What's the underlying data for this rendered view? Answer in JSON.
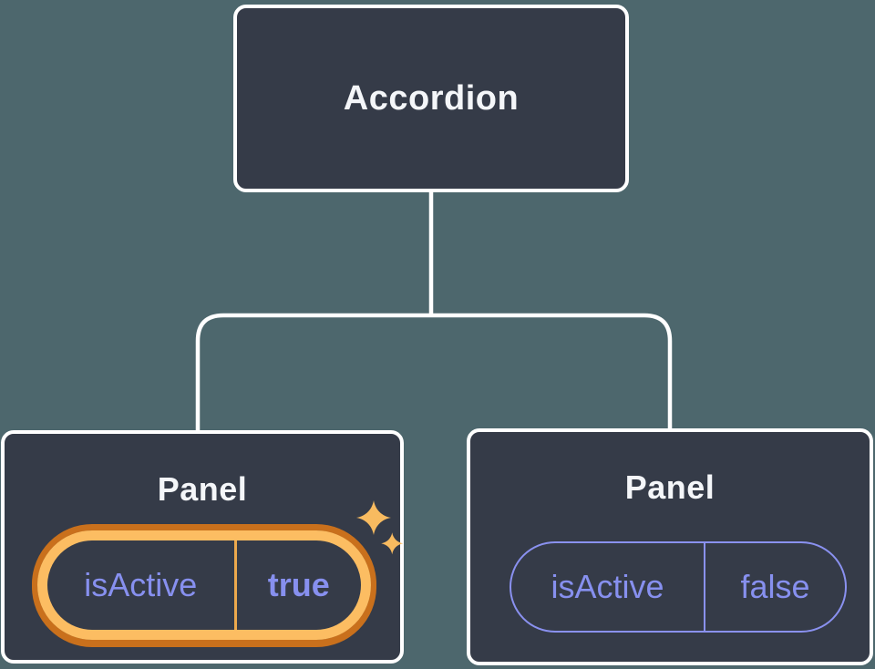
{
  "diagram": {
    "root": {
      "label": "Accordion"
    },
    "panels": [
      {
        "label": "Panel",
        "prop_name": "isActive",
        "prop_value": "true",
        "state": "active-highlighted"
      },
      {
        "label": "Panel",
        "prop_name": "isActive",
        "prop_value": "false",
        "state": "inactive"
      }
    ]
  },
  "colors": {
    "background": "#4d676d",
    "node_fill": "#353b48",
    "node_border": "#ffffff",
    "node_text": "#f4f6f9",
    "connector": "#ffffff",
    "prop_purple": "#8790ef",
    "highlight_ring_outer": "#c9701c",
    "highlight_ring_inner": "#fcbd62",
    "highlight_divider": "#eda94d",
    "sparkle": "#f8bb60"
  },
  "icons": {
    "sparkle": "sparkle-icon"
  }
}
